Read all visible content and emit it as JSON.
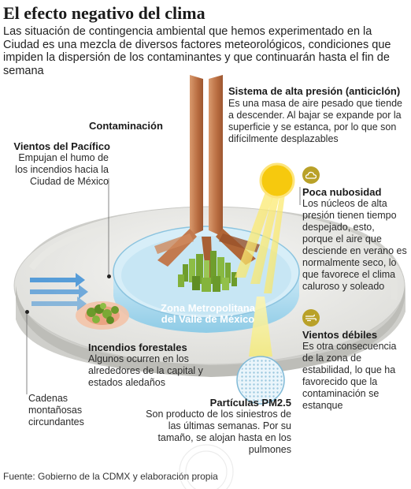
{
  "header": {
    "title": "El efecto negativo del clima",
    "intro": "Las situación de contingencia ambiental que  hemos experimentado en la Ciudad es una mezcla de diversos factores meteorológicos, condiciones que impiden la dispersión de los contaminantes y que continuarán hasta el fin de semana"
  },
  "labels": {
    "contaminacion": "Contaminación",
    "sistema_title": "Sistema de alta presión (anticiclón)",
    "sistema_text": "Es una masa de aire pesado que tiende a descender. Al bajar se expande por la superficie y se estanca, por lo que son difícilmente desplazables",
    "vientos_pacifico_title": "Vientos del Pacífico",
    "vientos_pacifico_text": "Empujan el humo de los incendios hacia la Ciudad de México",
    "nubosidad_title": "Poca nubosidad",
    "nubosidad_text": "Los núcleos de alta presión tienen tiempo despejado, esto, porque el aire que desciende en verano es normalmente seco, lo que favorece el clima caluroso y soleado",
    "zona": "Zona Metropolitana del Valle de México",
    "vientos_debiles_title": "Vientos débiles",
    "vientos_debiles_text": "Es otra consecuencia de la zona de estabilidad, lo que ha favorecido que la contaminación se estanque",
    "incendios_title": "Incendios forestales",
    "incendios_text": "Algunos ocurren en los alrededores de la capital y estados aledaños",
    "cadenas_text": "Cadenas montañosas circundantes",
    "particulas_title": "Partículas PM2.5",
    "particulas_text": "Son producto de los siniestros de las últimas semanas. Por su tamaño, se alojan hasta en los pulmones"
  },
  "footer": {
    "source": "Fuente: Gobierno de la CDMX y elaboración propia"
  },
  "colors": {
    "pillar": "#c27a4f",
    "lake": "#bfe3f2",
    "sun": "#f6c90e",
    "icon": "#b9a128",
    "arrows": "#3d8fd6"
  }
}
